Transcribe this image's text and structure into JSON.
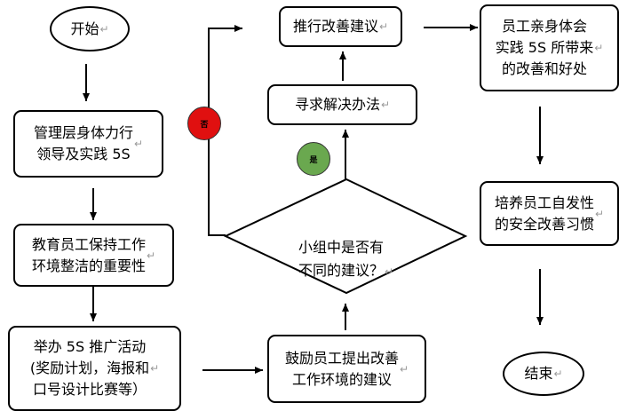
{
  "nodes": {
    "start": {
      "label": "开始"
    },
    "leadership": {
      "label": "管理层身体力行\n领导及实践 5S"
    },
    "educate": {
      "label": "教育员工保持工作\n环境整洁的重要性"
    },
    "activities": {
      "label": "举办 5S 推广活动\n(奖励计划，海报和\n口号设计比赛等）"
    },
    "encourage": {
      "label": "鼓励员工提出改善\n工作环境的建议"
    },
    "decision": {
      "label": "小组中是否有\n不同的建议？"
    },
    "find_solution": {
      "label": "寻求解决办法"
    },
    "implement": {
      "label": "推行改善建议"
    },
    "experience": {
      "label": "员工亲身体会\n实践 5S 所带来\n的改善和好处"
    },
    "habit": {
      "label": "培养员工自发性\n的安全改善习惯"
    },
    "end": {
      "label": "结束"
    }
  },
  "branches": {
    "no": {
      "label": "否",
      "color": "#e01010"
    },
    "yes": {
      "label": "是",
      "color": "#6aa84f"
    }
  },
  "paragraph_mark": "↵"
}
